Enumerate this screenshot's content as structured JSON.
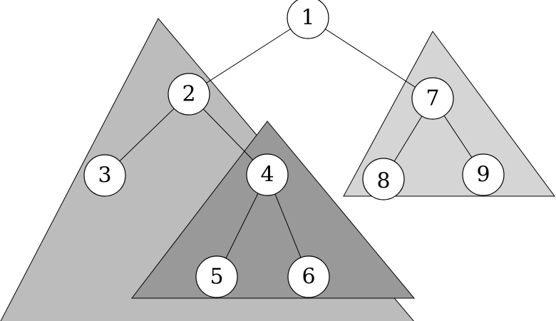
{
  "diagram": {
    "nodes": [
      {
        "id": "n1",
        "label": "1"
      },
      {
        "id": "n2",
        "label": "2"
      },
      {
        "id": "n3",
        "label": "3"
      },
      {
        "id": "n4",
        "label": "4"
      },
      {
        "id": "n5",
        "label": "5"
      },
      {
        "id": "n6",
        "label": "6"
      },
      {
        "id": "n7",
        "label": "7"
      },
      {
        "id": "n8",
        "label": "8"
      },
      {
        "id": "n9",
        "label": "9"
      }
    ],
    "edges": [
      [
        "n1",
        "n2"
      ],
      [
        "n1",
        "n7"
      ],
      [
        "n2",
        "n3"
      ],
      [
        "n2",
        "n4"
      ],
      [
        "n4",
        "n5"
      ],
      [
        "n4",
        "n6"
      ],
      [
        "n7",
        "n8"
      ],
      [
        "n7",
        "n9"
      ]
    ],
    "subtrees": [
      {
        "root": "n2",
        "color": "#bcbcbc"
      },
      {
        "root": "n4",
        "color": "#999999"
      },
      {
        "root": "n7",
        "color": "#d5d5d5"
      }
    ]
  }
}
